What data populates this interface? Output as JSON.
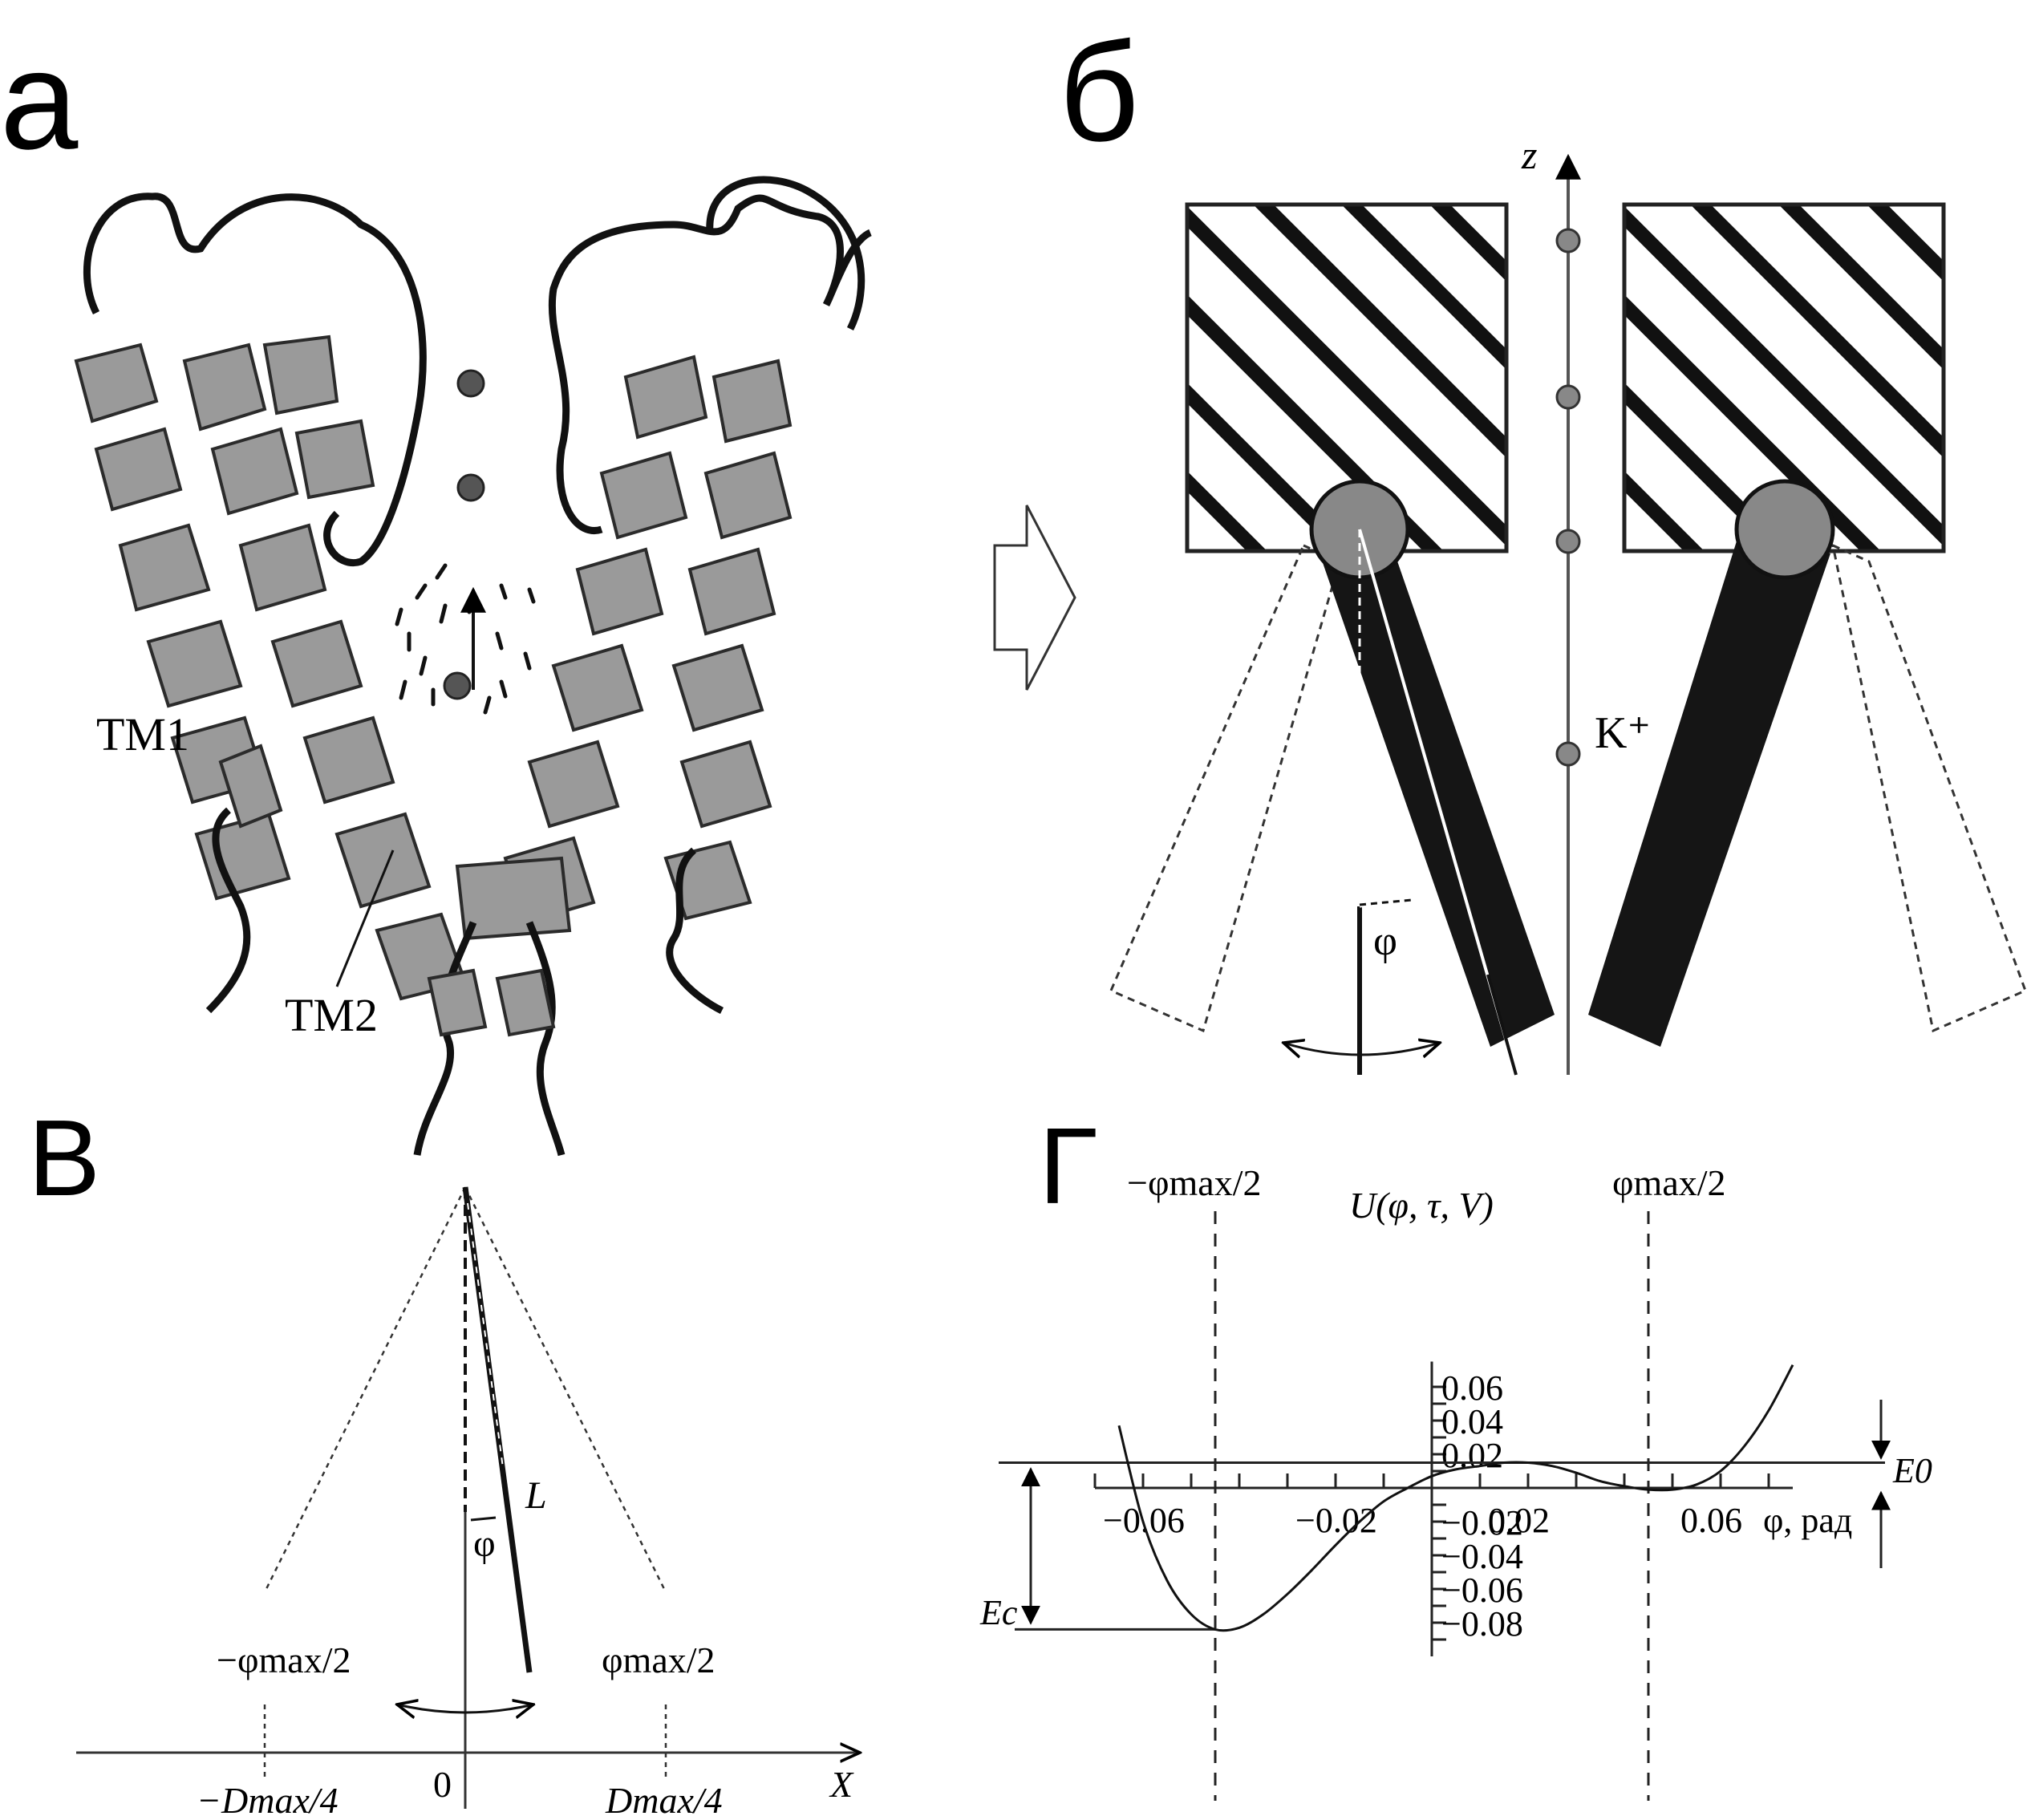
{
  "panels": {
    "a": {
      "letter": "а",
      "labels": {
        "tm1": "TM1",
        "tm2": "TM2"
      }
    },
    "b": {
      "letter": "б",
      "labels": {
        "z_axis": "z",
        "ion": "K⁺",
        "angle": "φ"
      }
    },
    "v": {
      "letter": "В",
      "labels": {
        "length": "L",
        "angle": "φ",
        "phi_neg": "−φmax/2",
        "phi_pos": "φmax/2",
        "d_neg": "−Dmax/4",
        "zero": "0",
        "d_pos": "Dmax/4",
        "x_axis": "X"
      }
    },
    "g": {
      "letter": "Г",
      "labels": {
        "phi_neg": "−φmax/2",
        "phi_pos": "φmax/2",
        "y_title": "U(φ, τ, V)",
        "x_title": "φ, рад",
        "e0": "E0",
        "ec": "Ec"
      }
    }
  },
  "chart_data": {
    "type": "line",
    "title": "",
    "xlabel": "φ, рад",
    "ylabel": "U(φ, τ, V)",
    "xlim": [
      -0.07,
      0.08
    ],
    "ylim": [
      -0.09,
      0.08
    ],
    "x_ticks": [
      -0.06,
      -0.02,
      0.02,
      0.06
    ],
    "x_tick_labels": [
      "−0.06",
      "−0.02",
      "0.02",
      "0.06"
    ],
    "y_ticks": [
      0.06,
      0.04,
      0.02,
      -0.02,
      -0.04,
      -0.06,
      -0.08
    ],
    "y_tick_labels": [
      "0.06",
      "0.04",
      "0.02",
      "−0.02",
      "−0.04",
      "−0.06",
      "−0.08"
    ],
    "series": [
      {
        "x": [
          -0.065,
          -0.06,
          -0.055,
          -0.05,
          -0.045,
          -0.04,
          -0.035,
          -0.03,
          -0.025,
          -0.02,
          -0.015,
          -0.01,
          -0.005,
          0.0,
          0.005,
          0.01,
          0.015,
          0.02,
          0.025,
          0.03,
          0.035,
          0.04,
          0.045,
          0.05,
          0.055,
          0.06,
          0.065,
          0.07,
          0.075
        ],
        "y": [
          0.037,
          -0.02,
          -0.055,
          -0.075,
          -0.084,
          -0.083,
          -0.075,
          -0.063,
          -0.049,
          -0.034,
          -0.02,
          -0.008,
          0.0,
          0.007,
          0.011,
          0.013,
          0.015,
          0.015,
          0.013,
          0.009,
          0.004,
          0.001,
          -0.001,
          -0.001,
          0.002,
          0.01,
          0.025,
          0.046,
          0.073
        ]
      }
    ],
    "reference_lines": {
      "phi_max_half": [
        -0.045,
        0.045
      ],
      "E0": 0.015,
      "minimum": -0.084
    }
  }
}
